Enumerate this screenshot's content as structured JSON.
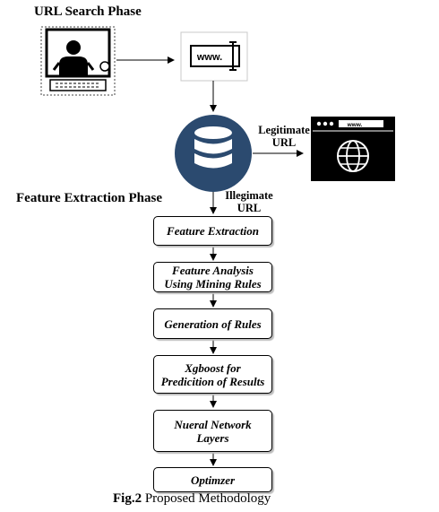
{
  "phases": {
    "url_search": "URL Search Phase",
    "feature_extraction": "Feature Extraction Phase"
  },
  "url_icon_text": "www.",
  "browser_icon_text": "www.",
  "edges": {
    "legitimate": "Legitimate\nURL",
    "illegitimate": "Illegimate\nURL"
  },
  "steps": [
    "Feature Extraction",
    "Feature Analysis\nUsing Mining Rules",
    "Generation of Rules",
    "Xgboost for\nPredicition of Results",
    "Nueral Network\nLayers",
    "Optimzer"
  ],
  "caption": {
    "label": "Fig.2",
    "text": " Proposed Methodology"
  },
  "colors": {
    "database": "#2b4a6f",
    "browser": "#000000"
  },
  "icons": [
    "user-at-computer-icon",
    "url-bar-icon",
    "database-icon",
    "browser-globe-icon"
  ]
}
